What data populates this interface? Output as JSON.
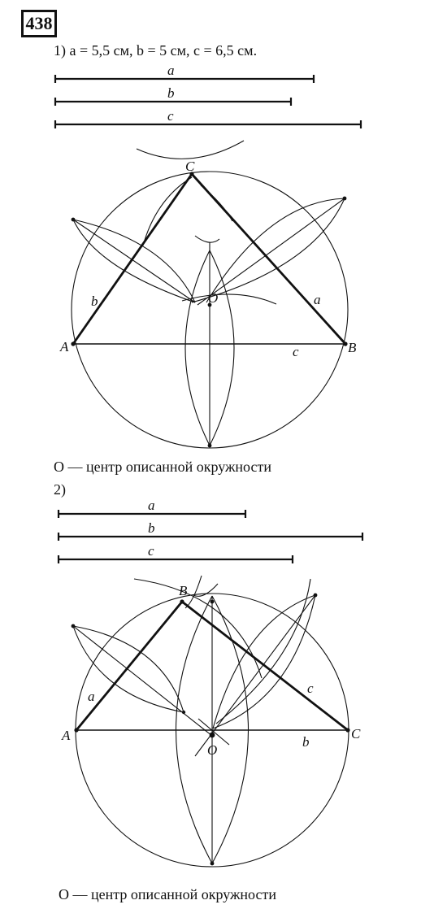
{
  "problem_number": "438",
  "part1": {
    "heading": "1) a = 5,5 см, b = 5 см, c = 6,5 см.",
    "segment_labels": {
      "a": "a",
      "b": "b",
      "c": "c"
    },
    "point_labels": {
      "A": "A",
      "B": "B",
      "C": "C",
      "O": "O"
    },
    "side_labels": {
      "a": "a",
      "b": "b",
      "c": "c"
    },
    "caption": "O — центр описанной окружности"
  },
  "part2": {
    "heading": "2)",
    "segment_labels": {
      "a": "a",
      "b": "b",
      "c": "c"
    },
    "point_labels": {
      "A": "A",
      "B": "B",
      "C": "C",
      "O": "O"
    },
    "side_labels": {
      "a": "a",
      "b": "b",
      "c": "c"
    },
    "caption": "O — центр описанной окружности"
  }
}
